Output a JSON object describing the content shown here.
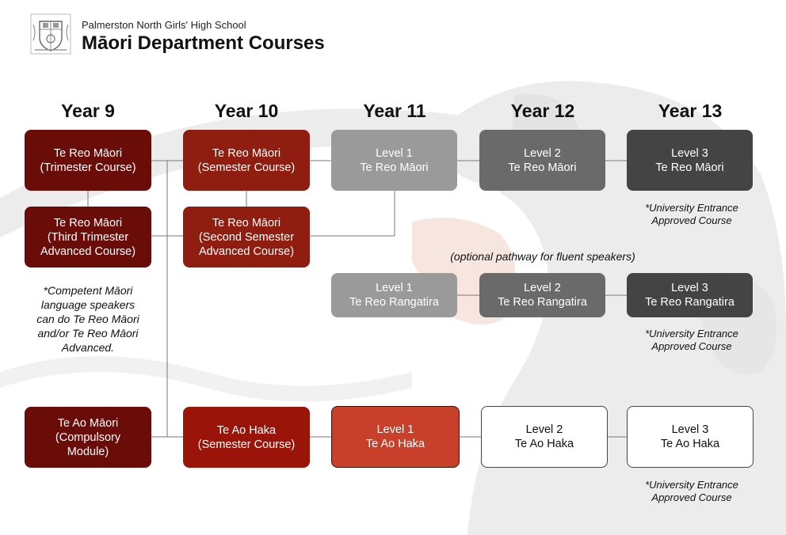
{
  "header": {
    "school": "Palmerston North Girls' High School",
    "title": "Māori Department Courses"
  },
  "years": [
    "Year 9",
    "Year 10",
    "Year 11",
    "Year 12",
    "Year 13"
  ],
  "courses": {
    "y9_trimester": [
      "Te Reo Māori",
      "(Trimester Course)"
    ],
    "y9_advanced": [
      "Te Reo Māori",
      "(Third Trimester",
      "Advanced Course)"
    ],
    "y9_te_ao": [
      "Te Ao Māori",
      "(Compulsory",
      "Module)"
    ],
    "y10_semester": [
      "Te Reo Māori",
      "(Semester Course)"
    ],
    "y10_advanced": [
      "Te Reo Māori",
      "(Second Semester",
      "Advanced Course)"
    ],
    "y10_haka": [
      "Te Ao Haka",
      "(Semester Course)"
    ],
    "l1_reo": [
      "Level 1",
      "Te Reo Māori"
    ],
    "l2_reo": [
      "Level 2",
      "Te Reo Māori"
    ],
    "l3_reo": [
      "Level 3",
      "Te Reo Māori"
    ],
    "l1_rangatira": [
      "Level 1",
      "Te Reo Rangatira"
    ],
    "l2_rangatira": [
      "Level 2",
      "Te Reo Rangatira"
    ],
    "l3_rangatira": [
      "Level 3",
      "Te Reo Rangatira"
    ],
    "l1_haka": [
      "Level 1",
      "Te Ao Haka"
    ],
    "l2_haka": [
      "Level 2",
      "Te Ao Haka"
    ],
    "l3_haka": [
      "Level 3",
      "Te Ao Haka"
    ]
  },
  "notes": {
    "ue": [
      "*University Entrance",
      "Approved Course"
    ],
    "competent": [
      "*Competent Māori",
      "language speakers",
      "can do Te Reo Māori",
      "and/or Te Reo Māori",
      "Advanced."
    ],
    "optional": "(optional pathway for fluent speakers)"
  },
  "colors": {
    "dark_maroon": "#6a0d09",
    "maroon": "#8f1e10",
    "orange_red": "#c8402a",
    "grey_light": "#9a9a9a",
    "grey_mid": "#6a6a6a",
    "grey_dark": "#444444"
  }
}
